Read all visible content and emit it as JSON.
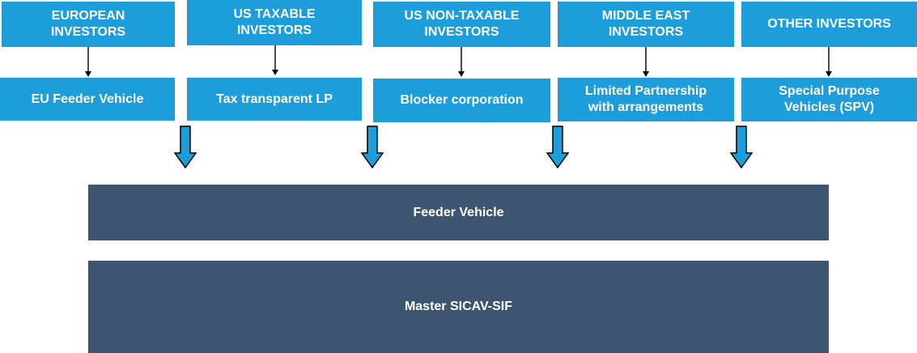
{
  "investors": [
    {
      "label": "EUROPEAN\nINVESTORS"
    },
    {
      "label": "US TAXABLE\nINVESTORS"
    },
    {
      "label": "US NON-TAXABLE\nINVESTORS"
    },
    {
      "label": "MIDDLE EAST\nINVESTORS"
    },
    {
      "label": "OTHER INVESTORS"
    }
  ],
  "vehicles": [
    {
      "label": "EU Feeder Vehicle"
    },
    {
      "label": "Tax transparent LP"
    },
    {
      "label": "Blocker corporation"
    },
    {
      "label": "Limited Partnership\nwith arrangements"
    },
    {
      "label": "Special Purpose\nVehicles (SPV)"
    }
  ],
  "feeder": {
    "label": "Feeder Vehicle"
  },
  "master": {
    "label": "Master SICAV-SIF"
  },
  "colors": {
    "box_blue": "#1e9ddb",
    "bar_navy": "#3d5570",
    "arrow_fill": "#1e9ddb",
    "arrow_stroke": "#000000"
  }
}
